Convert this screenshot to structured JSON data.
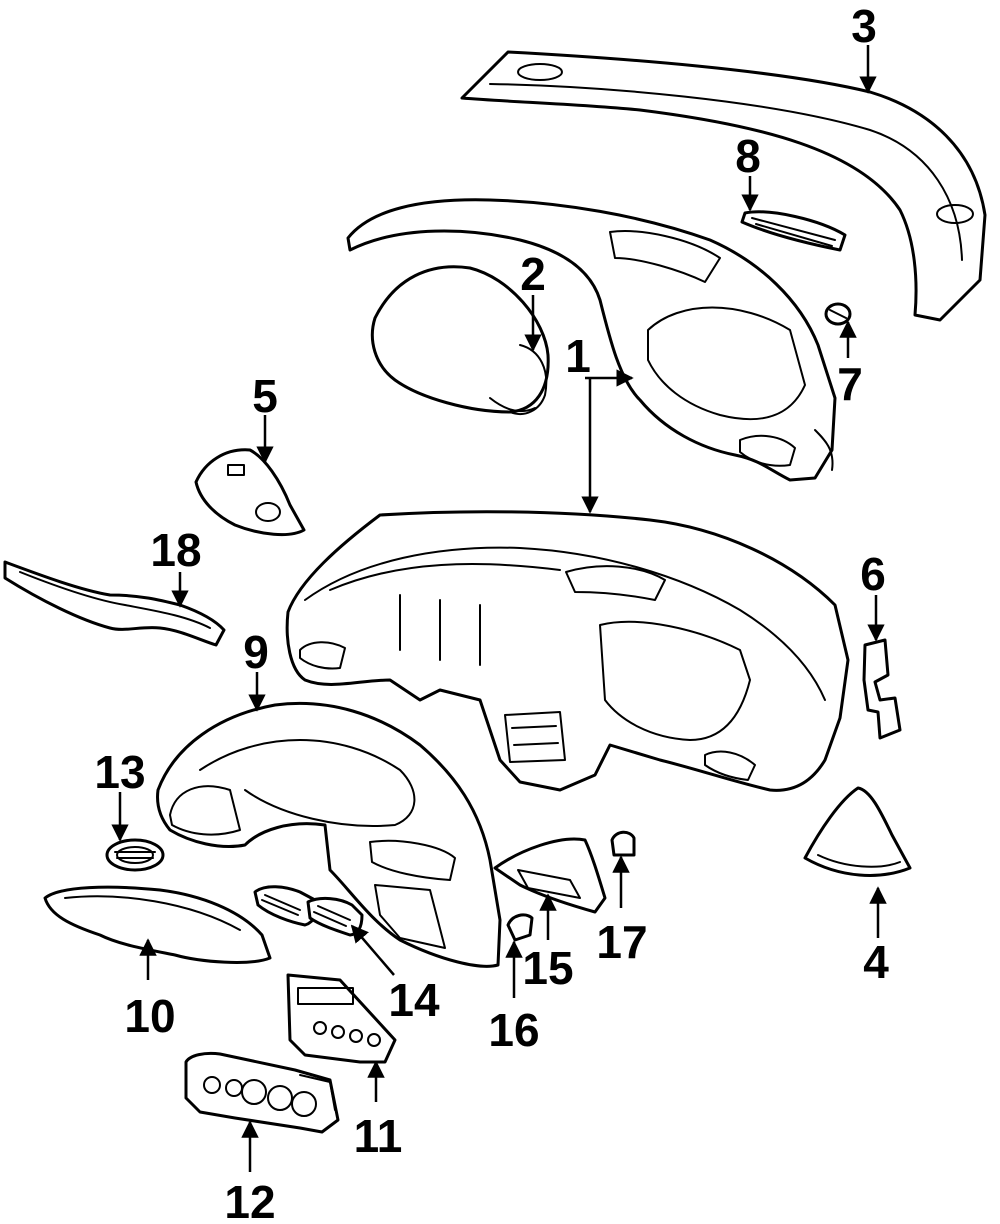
{
  "diagram": {
    "type": "exploded-parts-diagram",
    "callouts": [
      {
        "id": "1",
        "label": "1"
      },
      {
        "id": "2",
        "label": "2"
      },
      {
        "id": "3",
        "label": "3"
      },
      {
        "id": "4",
        "label": "4"
      },
      {
        "id": "5",
        "label": "5"
      },
      {
        "id": "6",
        "label": "6"
      },
      {
        "id": "7",
        "label": "7"
      },
      {
        "id": "8",
        "label": "8"
      },
      {
        "id": "9",
        "label": "9"
      },
      {
        "id": "10",
        "label": "10"
      },
      {
        "id": "11",
        "label": "11"
      },
      {
        "id": "12",
        "label": "12"
      },
      {
        "id": "13",
        "label": "13"
      },
      {
        "id": "14",
        "label": "14"
      },
      {
        "id": "15",
        "label": "15"
      },
      {
        "id": "16",
        "label": "16"
      },
      {
        "id": "17",
        "label": "17"
      },
      {
        "id": "18",
        "label": "18"
      }
    ]
  }
}
